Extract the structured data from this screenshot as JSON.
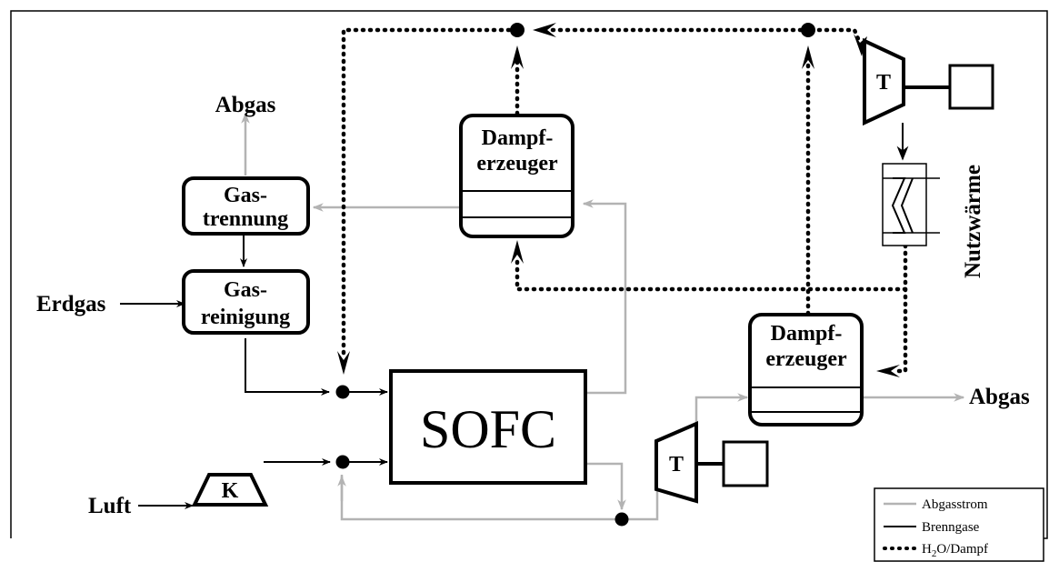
{
  "labels": {
    "abgas_top": "Abgas",
    "abgas_right": "Abgas",
    "erdgas": "Erdgas",
    "luft": "Luft",
    "nutzwaerme": "Nutzwärme"
  },
  "boxes": {
    "gastrennung": [
      "Gas-",
      "trennung"
    ],
    "gasreinigung": [
      "Gas-",
      "reinigung"
    ],
    "dampferzeuger_top": [
      "Dampf-",
      "erzeuger"
    ],
    "dampferzeuger_bottom": [
      "Dampf-",
      "erzeuger"
    ],
    "sofc": "SOFC",
    "compressor": "K",
    "turbine_top": "T",
    "turbine_bottom": "T"
  },
  "legend": {
    "abgasstrom": "Abgasstrom",
    "brenngase": "Brenngase",
    "h2o_dampf": {
      "h": "H",
      "sub": "2",
      "rest": "O/Dampf"
    }
  },
  "colors": {
    "abgasstrom": "#b3b3b3",
    "brenngase": "#000000",
    "h2o_dampf": "#000000"
  }
}
